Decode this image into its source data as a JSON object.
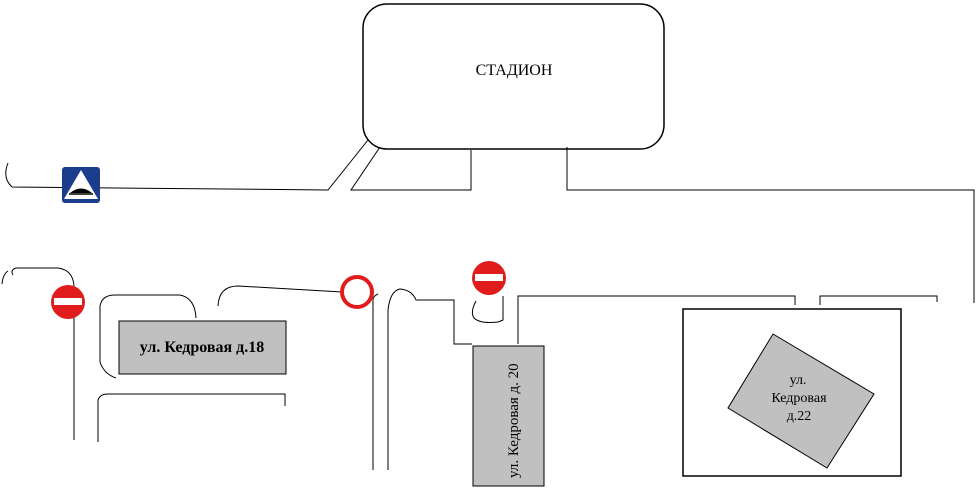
{
  "places": {
    "stadium": {
      "label": "СТАДИОН"
    },
    "house_18": {
      "label": "ул. Кедровая д.18"
    },
    "house_20": {
      "label": "ул. Кедровая д. 20"
    },
    "house_22": {
      "lines": [
        "ул.",
        "Кедровая",
        "д.22"
      ]
    }
  },
  "signs": [
    {
      "name": "speed-bump-sign-icon",
      "kind": "artificial bump"
    },
    {
      "name": "no-entry-sign-icon",
      "kind": "no entry"
    },
    {
      "name": "no-vehicles-sign-icon",
      "kind": "no vehicles"
    }
  ],
  "colors": {
    "building_fill": "#c0c0c0",
    "sign_red": "#e01c1c",
    "sign_blue": "#1c3c8c",
    "line": "#000000"
  }
}
